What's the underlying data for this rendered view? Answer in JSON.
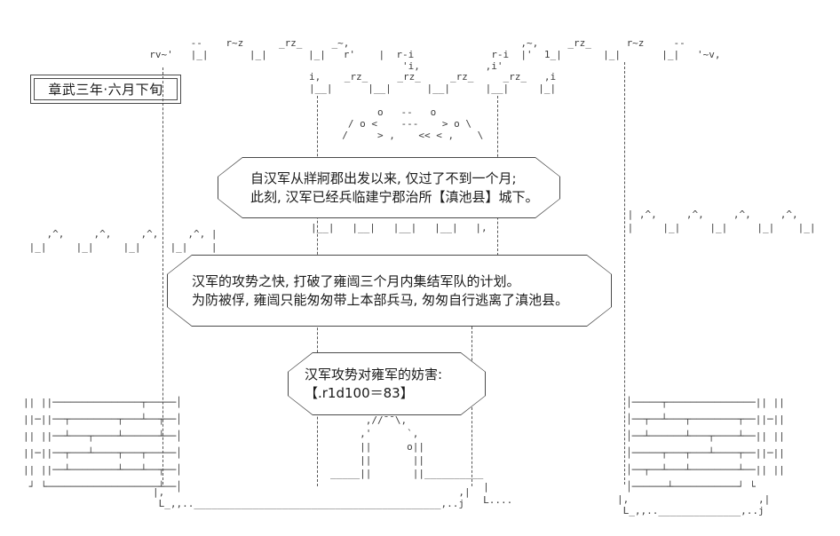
{
  "palette": {
    "background": "#ffffff",
    "ink": "#3d3d3d",
    "text": "#1a1a1a",
    "border": "#4a4a4a"
  },
  "date_box": {
    "label": "章武三年·六月下旬"
  },
  "dialogue": [
    {
      "line1": "自汉军从牂牁郡出发以来, 仅过了不到一个月;",
      "line2": "此刻, 汉军已经兵临建宁郡治所【滇池县】城下。"
    },
    {
      "line1": "汉军的攻势之快, 打破了雍闿三个月内集结军队的计划。",
      "line2": "为防被俘, 雍闿只能匆匆带上本部兵马, 匆匆自行逃离了滇池县。"
    },
    {
      "line1": "汉军攻势对雍军的妨害:",
      "line2": "【.r1d100＝83】"
    }
  ],
  "ascii_art": {
    "battlement_left": "         --    r~z      _rz_     _~,\n  rv~'   |_|       |_|       |_|   r'    |  r-i\n                                             'i,",
    "battlement_right": "       ,~,     _rz_      r~z     --\n  r-i  |'  1_|       |_|       |_|   '~v,\n ,i'",
    "keep_top": "i,    _rz_     _rz_     _rz_     _rz_   ,i\n|__|      |__|      |__|      |__|     |_|",
    "emblem": "        o   --   o\n   / o <    ---    > o \\\n  /     > ,    << < ,    \\",
    "inner_band": "|__|   |__|   |__|   |__|   |,",
    "merlons_left": "    ,^,     ,^,     ,^,     ,^, |\n |_|     |_|     |_|     |_|    |",
    "merlons_right": " | ,^,     ,^,     ,^,     ,^,\n |     |_|     |_|     |_|    |_|",
    "wall_left": "|| ||───────────────┬─────│\n||─||──┬────────┬───┴──┬──│\n|| ||──┴───┬────┴──────┴──│\n||─||──┬───┴────┬───┬─────│\n|| ||──┴────────┴───┴──┬──│\n ┘ └───────────────────┴──│",
    "wall_right": "│─────┬───────────────|| ||\n│──┬──┴───┬────────┬──||─||\n│──┴──────┴───┬────┴──|| ||\n│─────┬───┬───┴────┬──||─||\n│──┬──┴───┴────────┴──|| ||\n│──────┴───────────┘ └",
    "gate": "      ,//¯¯\\,\n     ,'      `,\n     ||      o||\n     ||       ||\n_____||       ||__________\n                          |\n                          L....",
    "base_center": "|,                                                  ,|\n L_,,..__________________________________________,..j",
    "base_right": "|,                      ,|\n L_,,..______________,..j"
  }
}
